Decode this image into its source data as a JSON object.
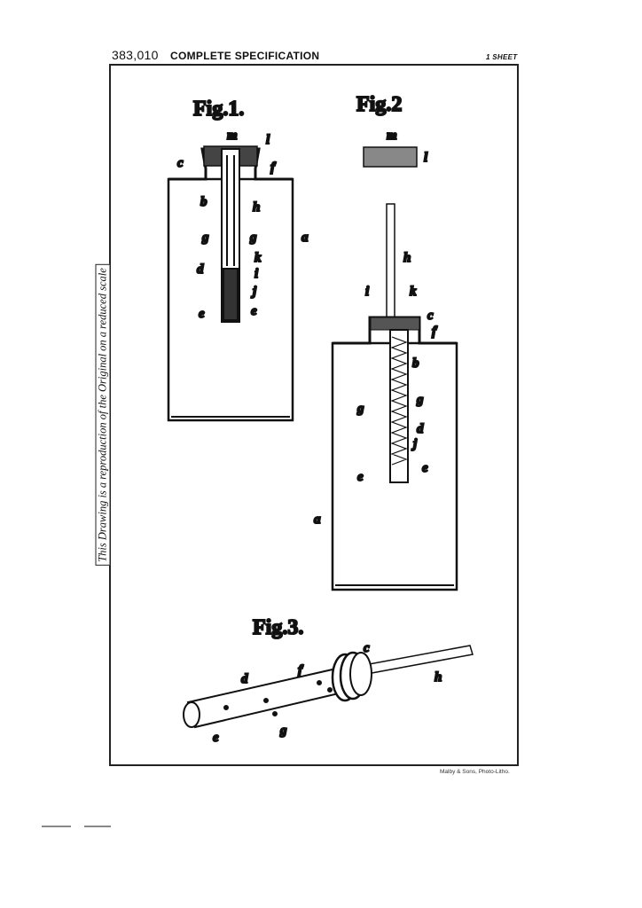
{
  "header": {
    "number": "383,010",
    "title": "COMPLETE SPECIFICATION",
    "sheet": "1 SHEET"
  },
  "side_note": "This Drawing is a reproduction of the Original on a reduced scale",
  "footer": "Malby & Sons, Photo-Litho.",
  "figures": {
    "fig1": "Fig.1.",
    "fig2": "Fig.2",
    "fig3": "Fig.3."
  },
  "labels": {
    "a": "a",
    "b": "b",
    "c": "c",
    "d": "d",
    "e": "e",
    "f": "f",
    "g": "g",
    "h": "h",
    "i": "i",
    "j": "j",
    "k": "k",
    "l": "l",
    "m": "m"
  }
}
